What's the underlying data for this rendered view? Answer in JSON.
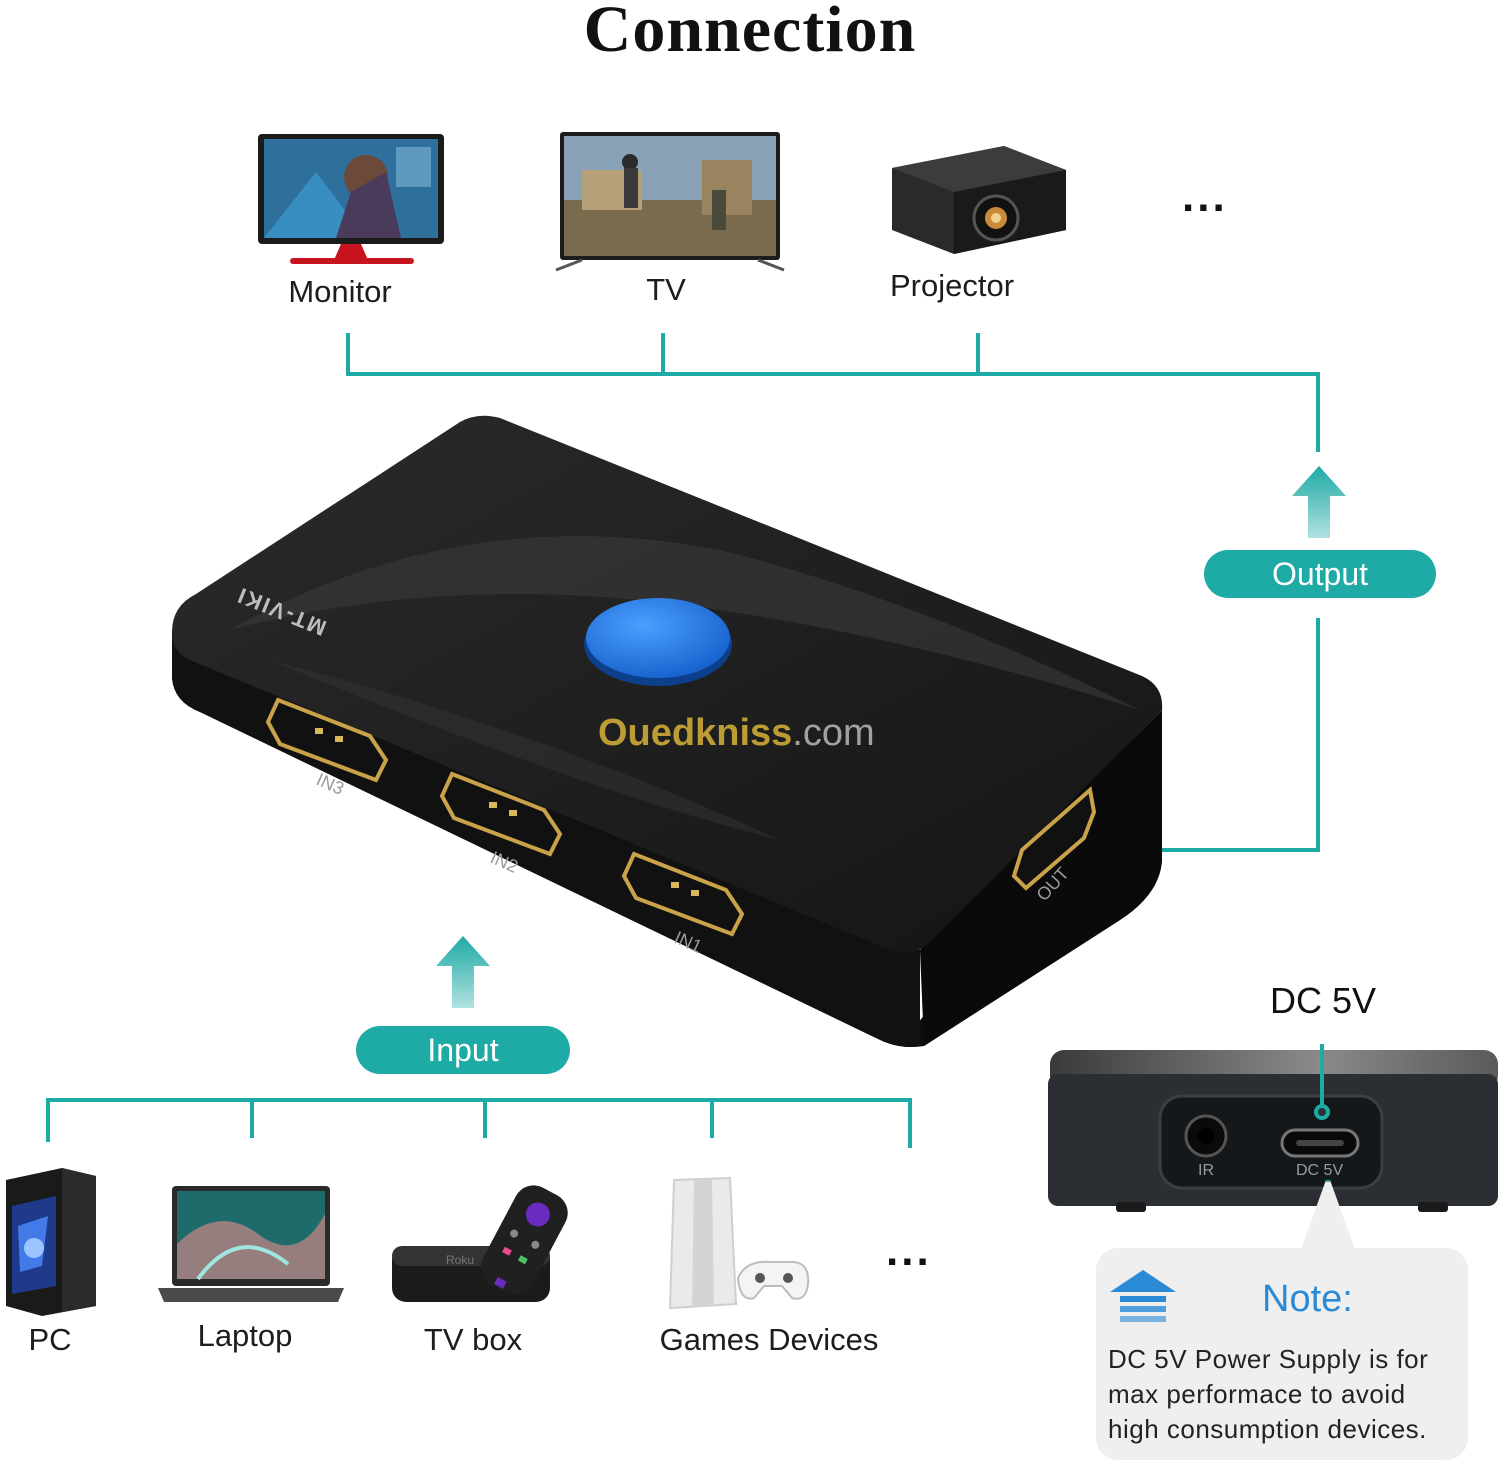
{
  "title": "Connection",
  "outputs": [
    {
      "label": "Monitor",
      "icon": "monitor-icon"
    },
    {
      "label": "TV",
      "icon": "tv-icon"
    },
    {
      "label": "Projector",
      "icon": "projector-icon"
    }
  ],
  "more_indicator": "...",
  "output_pill": "Output",
  "input_pill": "Input",
  "device": {
    "brand": "MT-VIKI",
    "ports": [
      "IN3",
      "IN2",
      "IN1",
      "OUT"
    ],
    "watermark_main": "Ouedkniss",
    "watermark_suffix": ".com"
  },
  "inputs": [
    {
      "label": "PC",
      "icon": "pc-tower-icon"
    },
    {
      "label": "Laptop",
      "icon": "laptop-icon"
    },
    {
      "label": "TV box",
      "icon": "tv-box-icon"
    },
    {
      "label": "Games Devices",
      "icon": "game-console-icon"
    }
  ],
  "power": {
    "title": "DC 5V",
    "port_ir": "IR",
    "port_dc": "DC 5V"
  },
  "note": {
    "title": "Note:",
    "lines": [
      "DC 5V Power Supply is for",
      "max performace to avoid",
      "high consumption devices."
    ]
  },
  "colors": {
    "teal": "#1eaaa5",
    "note_blue": "#2a8ad6",
    "button_blue": "#1e74e0"
  }
}
